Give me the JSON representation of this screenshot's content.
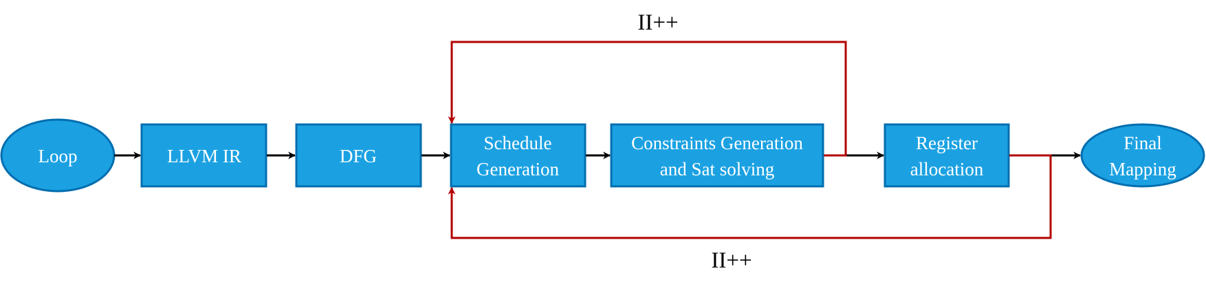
{
  "colors": {
    "node_fill": "#1ba1e2",
    "node_stroke": "#006eaf",
    "node_text": "#ffffff",
    "flow_arrow": "#000000",
    "feedback_arrow": "#b20000"
  },
  "nodes": {
    "loop": "Loop",
    "llvm_ir": "LLVM IR",
    "dfg": "DFG",
    "schedule": [
      "Schedule",
      "Generation"
    ],
    "constraints": [
      "Constraints Generation",
      "and Sat solving"
    ],
    "register": [
      "Register",
      "allocation"
    ],
    "final": [
      "Final",
      "Mapping"
    ]
  },
  "feedback": {
    "top_label": "II++",
    "bottom_label": "II++"
  }
}
